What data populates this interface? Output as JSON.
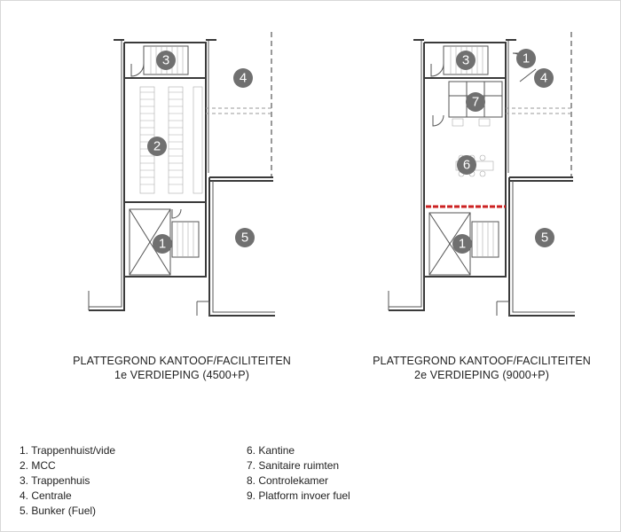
{
  "plans": [
    {
      "title": "PLATTEGROND KANTOOF/FACILITEITEN",
      "subtitle": "1e VERDIEPING (4500+P)",
      "markers": [
        "3",
        "4",
        "2",
        "1",
        "5"
      ]
    },
    {
      "title": "PLATTEGROND KANTOOF/FACILITEITEN",
      "subtitle": "2e VERDIEPING (9000+P)",
      "markers": [
        "3",
        "1",
        "4",
        "7",
        "6",
        "1",
        "5"
      ]
    }
  ],
  "legend": {
    "left": [
      "1. Trappenhuist/vide",
      "2. MCC",
      "3. Trappenhuis",
      "4. Centrale",
      "5. Bunker (Fuel)"
    ],
    "right": [
      "6. Kantine",
      "7. Sanitaire ruimten",
      "8. Controlekamer",
      "9. Platform invoer fuel"
    ]
  },
  "colors": {
    "wall": "#3a3a3a",
    "marker": "#707070",
    "fire_line": "#cc2222"
  }
}
